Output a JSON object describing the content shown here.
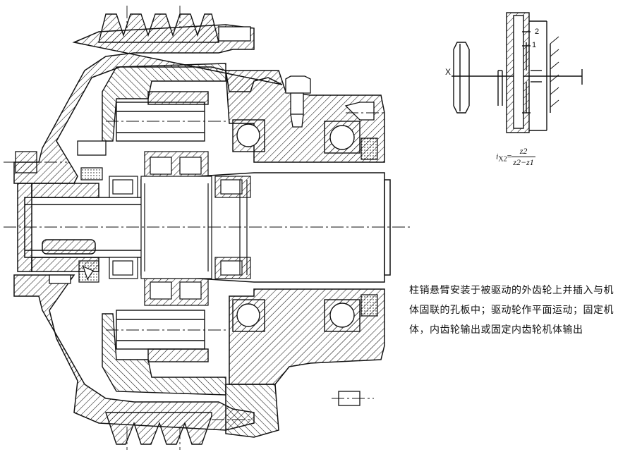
{
  "figure": {
    "description_caption": "柱销悬臂安装于被驱动的外齿轮上并插入与机体固联的孔板中；驱动轮作平面运动；固定机体，内齿轮输出或固定内齿轮机体输出",
    "schematic": {
      "input_label": "X",
      "gear_label_1": "1",
      "gear_label_2": "2",
      "ratio_lhs": "i",
      "ratio_subscript": "X2",
      "ratio_equals": "=",
      "ratio_numerator": "z2",
      "ratio_denominator": "z2−z1"
    }
  },
  "colors": {
    "line": "#111111",
    "background": "#ffffff"
  }
}
